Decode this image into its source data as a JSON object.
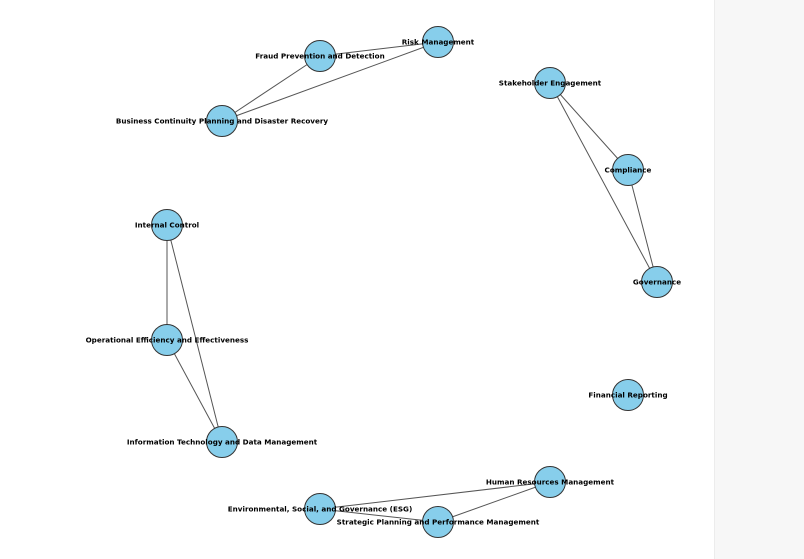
{
  "graph": {
    "node_color": "#87ceeb",
    "edge_color": "#555555",
    "nodes": [
      {
        "id": "risk",
        "label": "Risk Management"
      },
      {
        "id": "fraud",
        "label": "Fraud Prevention and Detection"
      },
      {
        "id": "bcp",
        "label": "Business Continuity Planning and Disaster Recovery"
      },
      {
        "id": "stake",
        "label": "Stakeholder Engagement"
      },
      {
        "id": "compliance",
        "label": "Compliance"
      },
      {
        "id": "governance",
        "label": "Governance"
      },
      {
        "id": "internal",
        "label": "Internal Control"
      },
      {
        "id": "opeff",
        "label": "Operational Efficiency and Effectiveness"
      },
      {
        "id": "itdm",
        "label": "Information Technology and Data Management"
      },
      {
        "id": "finrep",
        "label": "Financial Reporting"
      },
      {
        "id": "hr",
        "label": "Human Resources Management"
      },
      {
        "id": "esg",
        "label": "Environmental, Social, and Governance (ESG)"
      },
      {
        "id": "strat",
        "label": "Strategic Planning and Performance Management"
      }
    ],
    "edges": [
      [
        "fraud",
        "risk"
      ],
      [
        "fraud",
        "bcp"
      ],
      [
        "risk",
        "bcp"
      ],
      [
        "stake",
        "compliance"
      ],
      [
        "stake",
        "governance"
      ],
      [
        "compliance",
        "governance"
      ],
      [
        "internal",
        "opeff"
      ],
      [
        "internal",
        "itdm"
      ],
      [
        "opeff",
        "itdm"
      ],
      [
        "hr",
        "esg"
      ],
      [
        "hr",
        "strat"
      ],
      [
        "esg",
        "strat"
      ]
    ]
  }
}
